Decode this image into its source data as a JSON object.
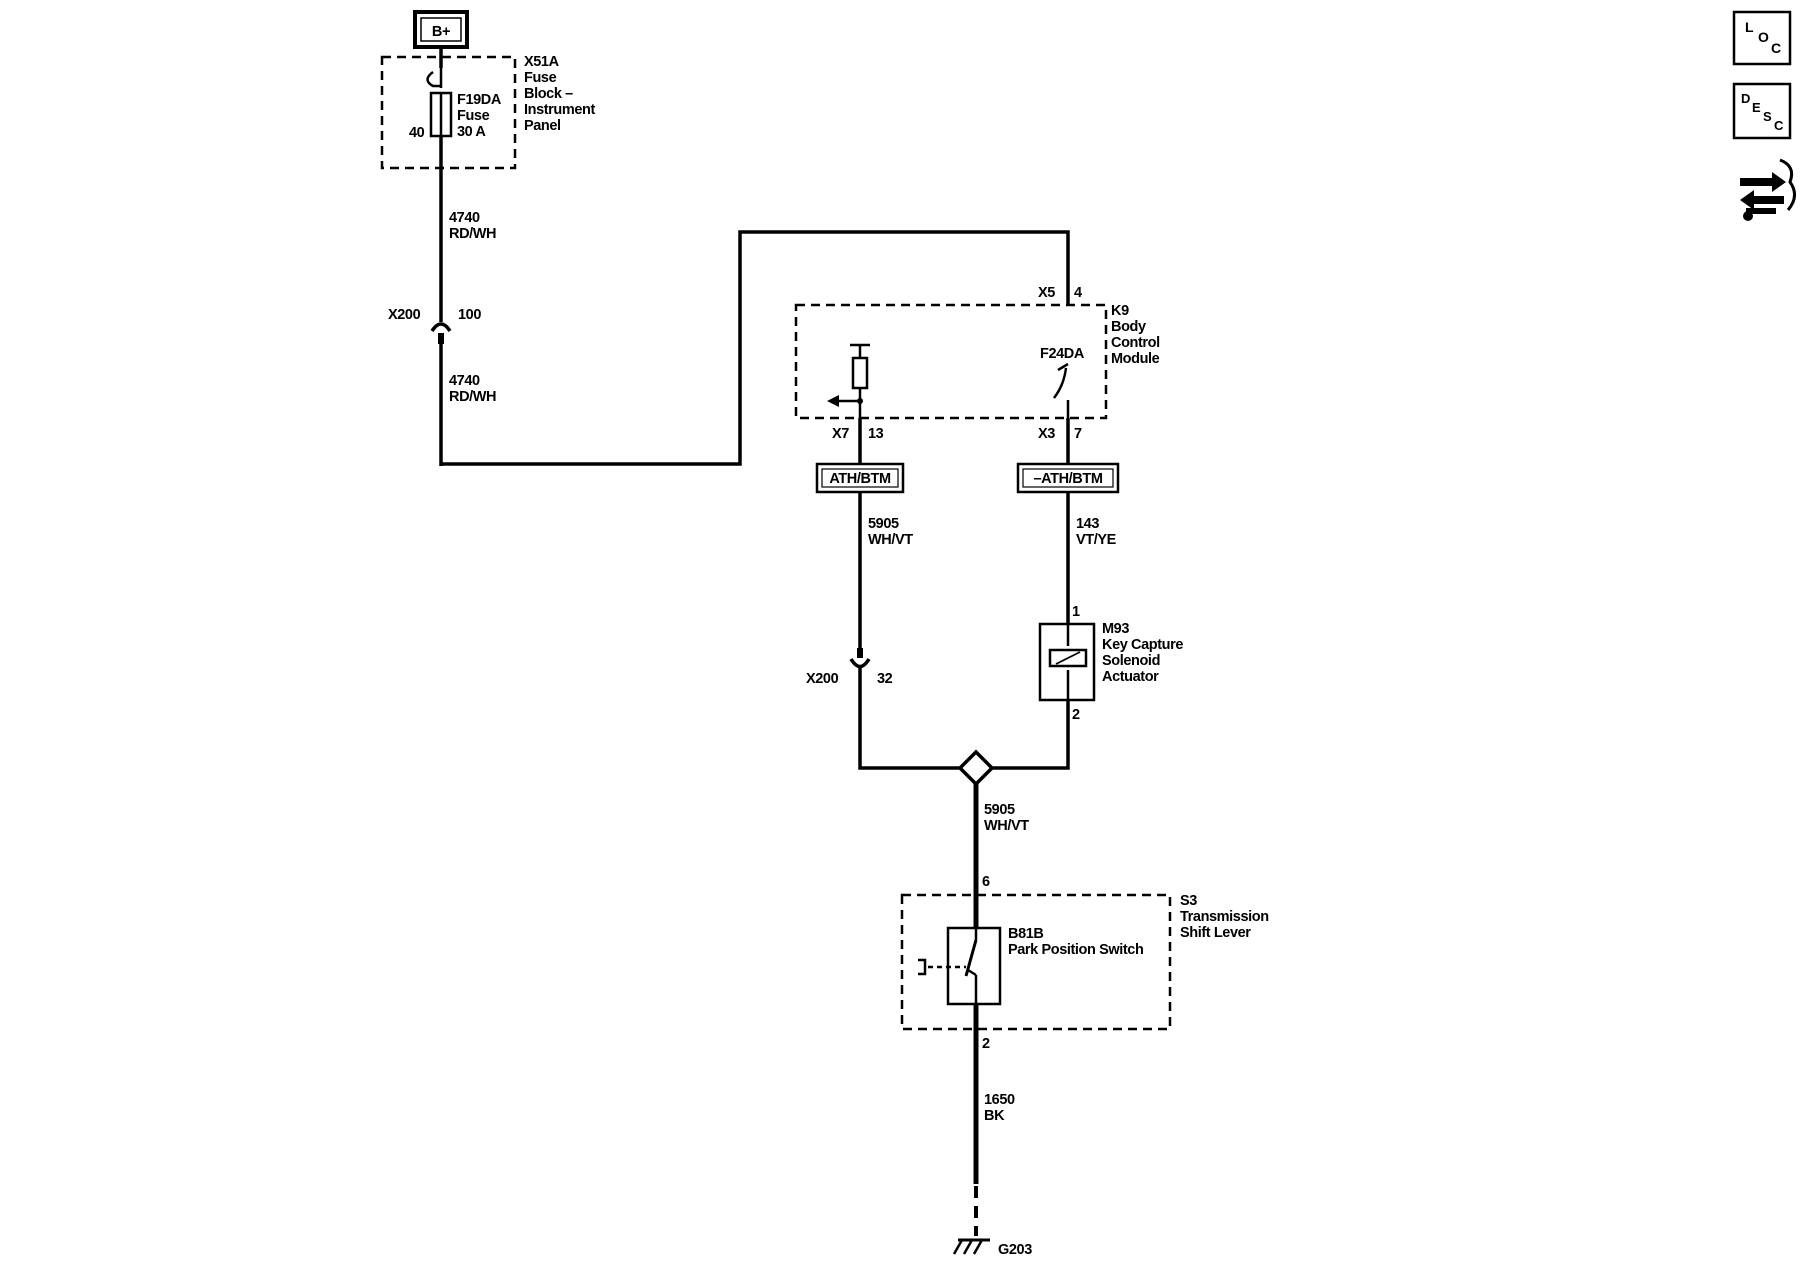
{
  "power": {
    "source": "B+"
  },
  "fuse_block": {
    "id": "X51A",
    "name_lines": [
      "Fuse",
      "Block –",
      "Instrument",
      "Panel"
    ],
    "pin": "40",
    "fuse_id": "F19DA",
    "fuse_label": "Fuse",
    "fuse_rating": "30 A"
  },
  "wire_4740_upper": {
    "circuit": "4740",
    "color": "RD/WH"
  },
  "connector_x200_a": {
    "id": "X200",
    "pin": "100"
  },
  "wire_4740_lower": {
    "circuit": "4740",
    "color": "RD/WH"
  },
  "bcm": {
    "id": "K9",
    "name_lines": [
      "Body",
      "Control",
      "Module"
    ],
    "in_connector": "X5",
    "in_pin": "4",
    "fuse_id": "F24DA",
    "out_left_connector": "X7",
    "out_left_pin": "13",
    "out_right_connector": "X3",
    "out_right_pin": "7"
  },
  "option_left": {
    "label": "ATH/BTM"
  },
  "option_right": {
    "label": "–ATH/BTM"
  },
  "wire_5905_left": {
    "circuit": "5905",
    "color": "WH/VT"
  },
  "wire_143": {
    "circuit": "143",
    "color": "VT/YE"
  },
  "connector_x200_b": {
    "id": "X200",
    "pin": "32"
  },
  "solenoid": {
    "pin_top": "1",
    "pin_bottom": "2",
    "id": "M93",
    "name_lines": [
      "Key Capture",
      "Solenoid",
      "Actuator"
    ]
  },
  "wire_5905_main": {
    "circuit": "5905",
    "color": "WH/VT"
  },
  "shift_lever": {
    "pin_top": "6",
    "pin_bottom": "2",
    "id": "S3",
    "name_lines": [
      "Transmission",
      "Shift Lever"
    ],
    "switch_id": "B81B",
    "switch_name": "Park Position Switch"
  },
  "wire_1650": {
    "circuit": "1650",
    "color": "BK"
  },
  "ground": {
    "id": "G203"
  },
  "side_icons": {
    "loc": {
      "l": "L",
      "o": "O",
      "c": "C",
      "icon": "location-icon"
    },
    "desc": {
      "d": "D",
      "e": "E",
      "s": "S",
      "c": "C",
      "icon": "description-icon"
    },
    "tools": {
      "icon": "connector-tools-icon"
    }
  }
}
